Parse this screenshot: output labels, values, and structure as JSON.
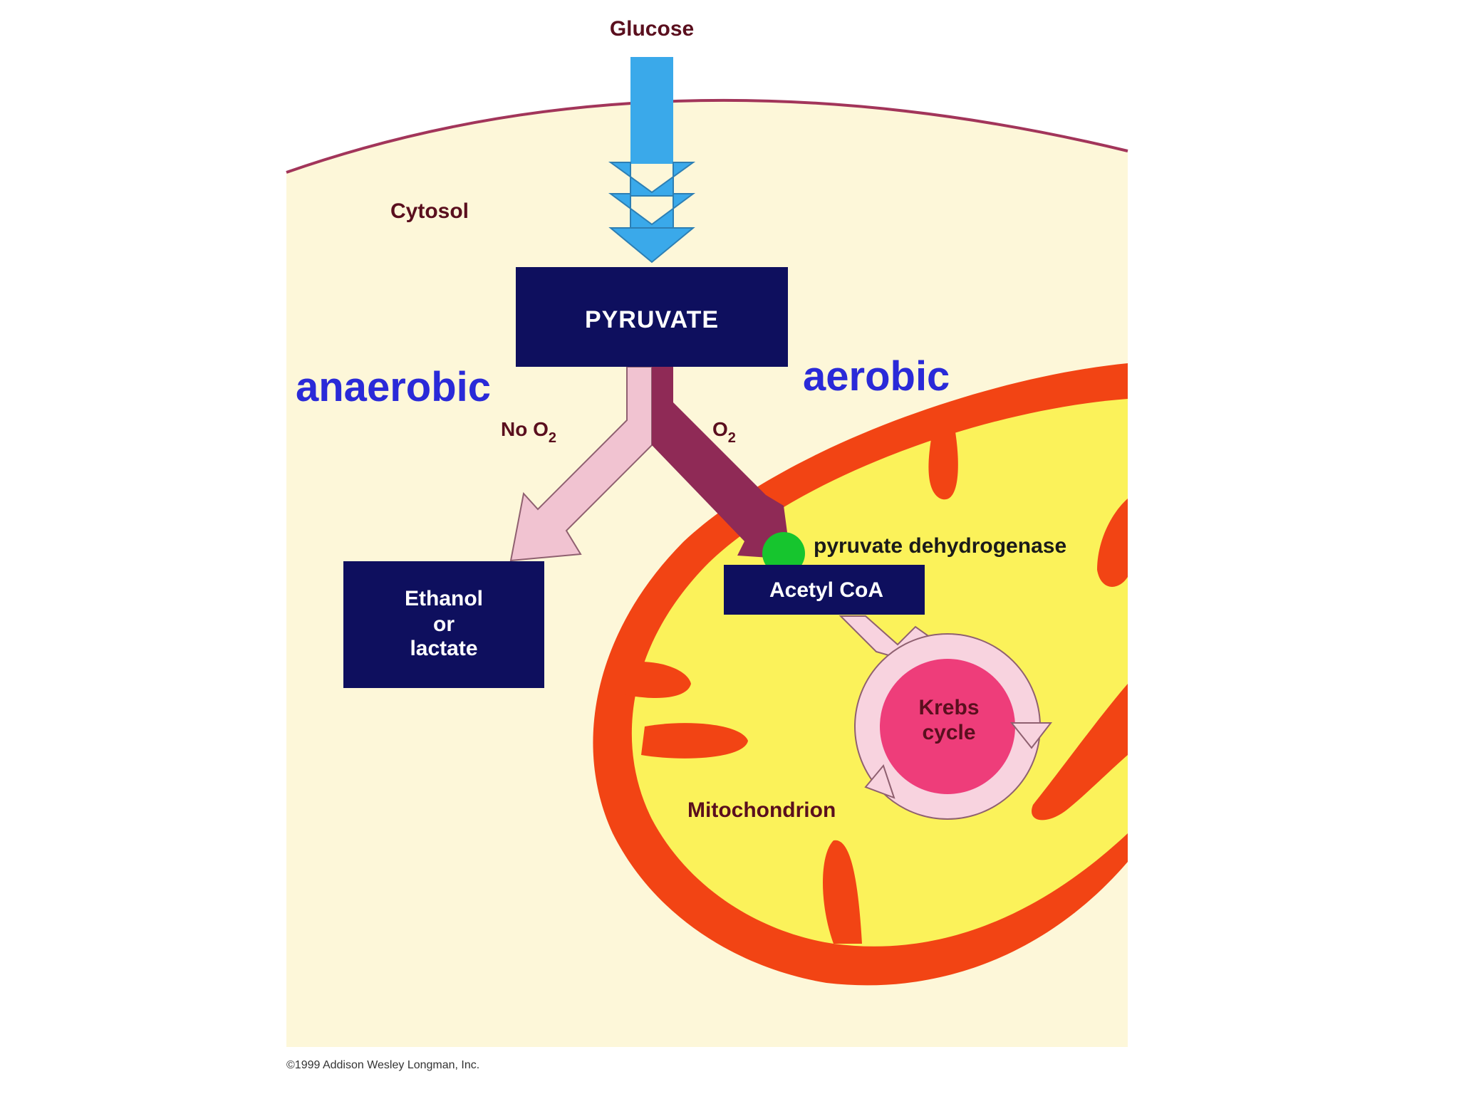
{
  "labels": {
    "glucose": "Glucose",
    "cytosol": "Cytosol",
    "pyruvate": "PYRUVATE",
    "anaerobic": "anaerobic",
    "aerobic": "aerobic",
    "no_o2_prefix": "No O",
    "o2_prefix": "O",
    "o2_subscript": "2",
    "ethanol_line1": "Ethanol",
    "ethanol_line2": "or",
    "ethanol_line3": "lactate",
    "acetyl_coa": "Acetyl CoA",
    "enzyme": "pyruvate dehydrogenase",
    "krebs_line1": "Krebs",
    "krebs_line2": "cycle",
    "mitochondrion": "Mitochondrion",
    "copyright": "©1999 Addison Wesley Longman, Inc."
  },
  "colors": {
    "cytosol_fill": "#fdf7d9",
    "membrane": "#a2355a",
    "glucose_arrow": "#3aa9ea",
    "box_fill": "#0e0f5e",
    "label_dark": "#5a0f1e",
    "pathway_heading": "#2a2ad8",
    "anaerobic_arrow": "#f1c3d1",
    "aerobic_arrow": "#8f2a56",
    "mito_outer": "#f24414",
    "mito_matrix": "#fbf25a",
    "enzyme_dot": "#16c52e",
    "krebs_ring": "#f8d3df",
    "krebs_core": "#ee3d7a"
  }
}
